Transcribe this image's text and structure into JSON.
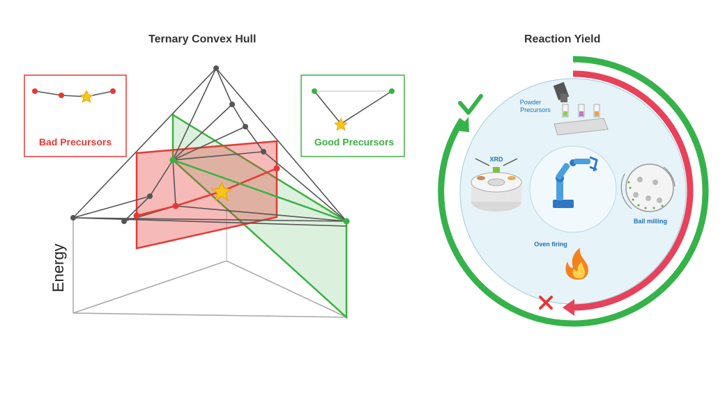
{
  "left_panel": {
    "title": "Ternary Convex Hull",
    "axis_label": "Energy",
    "bad_box_label": "Bad Precursors",
    "good_box_label": "Good Precursors"
  },
  "right_panel": {
    "title": "Reaction Yield",
    "stations": {
      "powder": "Powder Precursors",
      "xrd": "XRD",
      "ball_milling": "Ball milling",
      "oven": "Oven firing"
    },
    "success_icon": "check-icon",
    "failure_icon": "cross-icon"
  },
  "colors": {
    "bad": "#e53935",
    "good": "#3cb043",
    "arc_red": "#e8415a",
    "arc_green": "#36b24a",
    "star": "#f5c518",
    "label_blue": "#1f6fb5",
    "circle_fill": "#e6f3f8"
  }
}
